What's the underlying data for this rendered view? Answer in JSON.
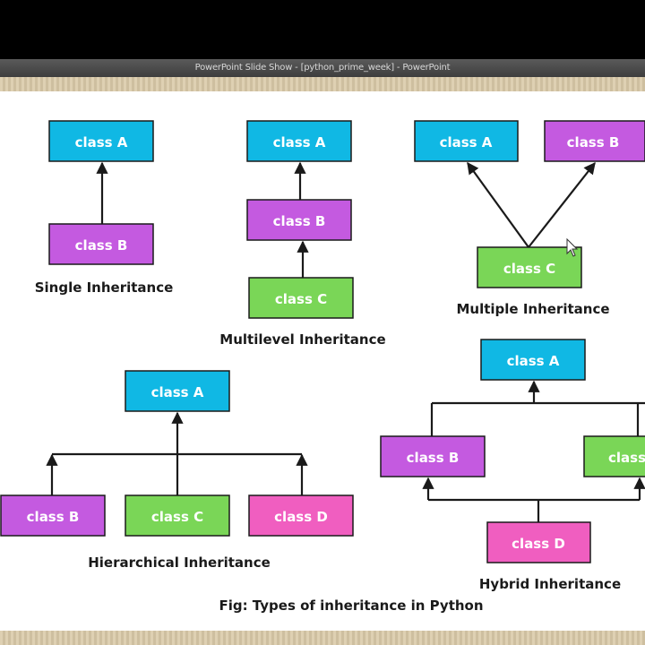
{
  "window": {
    "title": "PowerPoint Slide Show - [python_prime_week] - PowerPoint"
  },
  "colors": {
    "blue": "#10b8e4",
    "purple": "#c45ae0",
    "green": "#7ad657",
    "pink": "#f05ec0",
    "stroke": "#1a1a1a"
  },
  "diagram": {
    "labels": {
      "class_a": "class A",
      "class_b": "class B",
      "class_c": "class C",
      "class_d": "class D",
      "class_c_cut": "class"
    },
    "captions": {
      "single": "Single Inheritance",
      "multilevel": "Multilevel Inheritance",
      "multiple": "Multiple Inheritance",
      "hierarchical": "Hierarchical Inheritance",
      "hybrid": "Hybrid Inheritance",
      "figure": "Fig: Types of inheritance in Python"
    }
  }
}
